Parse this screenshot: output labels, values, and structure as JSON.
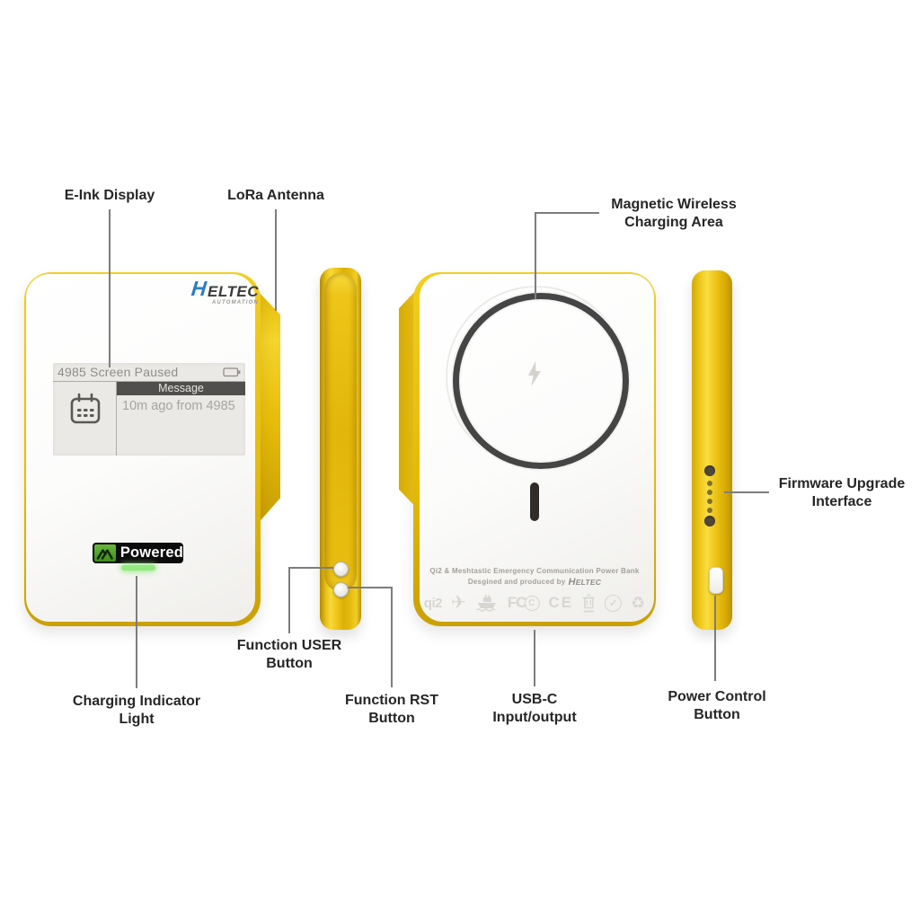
{
  "colors": {
    "yellow": "#EEC71A",
    "yellow_dark": "#C89E03",
    "white_face": "#FAFAF9",
    "ring_gray": "#454545",
    "leader_line": "#7D7D7D",
    "label_text": "#262626",
    "badge_black": "#0C0C0C",
    "badge_green": "#4F9E26",
    "indicator_green": "#93E97F",
    "logo_blue": "#2A7CC9",
    "eink_bg": "#EBE9E5",
    "eink_dark_bar": "#504F4D",
    "cert_gray": "#D8D6D1"
  },
  "callouts": {
    "eink": {
      "l1": "E-Ink Display"
    },
    "lora": {
      "l1": "LoRa Antenna"
    },
    "magnetic": {
      "l1": "Magnetic Wireless",
      "l2": "Charging Area"
    },
    "firmware": {
      "l1": "Firmware Upgrade",
      "l2": "Interface"
    },
    "user": {
      "l1": "Function USER",
      "l2": "Button"
    },
    "rst": {
      "l1": "Function RST",
      "l2": "Button"
    },
    "usbc": {
      "l1": "USB-C",
      "l2": "Input/output"
    },
    "power": {
      "l1": "Power Control",
      "l2": "Button"
    },
    "charging": {
      "l1": "Charging Indicator",
      "l2": "Light"
    }
  },
  "front": {
    "logo": {
      "initial": "H",
      "word": "ELTEC",
      "subtitle": "AUTOMATION"
    },
    "screen": {
      "status": "4985 Screen Paused",
      "tab": "Message",
      "message": "10m ago from 4985"
    },
    "badge": "Powered"
  },
  "back": {
    "caption": "Qi2 & Meshtastic Emergency Communication Power Bank",
    "credit": "Desgined and produced by",
    "credit_logo_initial": "H",
    "credit_logo_word": "ELTEC",
    "certs": {
      "qi2": "qi2",
      "fcc": "FC",
      "fcc_circle": "C",
      "ce": "CE",
      "check": "✓",
      "recycle": "♻",
      "plane": "✈"
    }
  },
  "icons": {
    "battery": "battery-icon",
    "calendar": "calendar-icon",
    "meshtastic": "meshtastic-logo-icon",
    "bolt": "lightning-bolt-icon",
    "airplane": "airplane-icon",
    "ship": "ship-icon",
    "weee": "weee-bin-icon",
    "check_circle": "check-circle-icon",
    "recycle": "recycle-icon"
  }
}
